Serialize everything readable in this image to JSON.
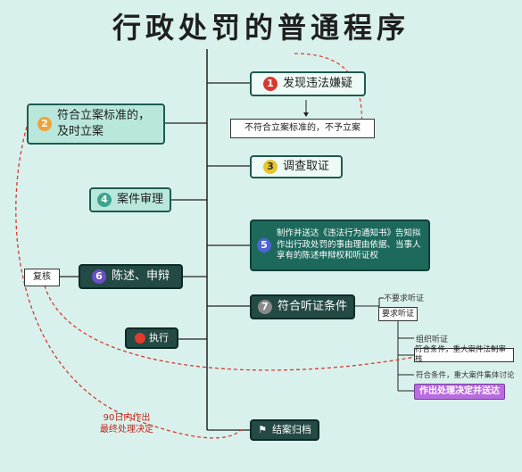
{
  "title": "行政处罚的普通程序",
  "steps": {
    "s1": {
      "num": "1",
      "label": "发现违法嫌疑"
    },
    "s2": {
      "num": "2",
      "label": "符合立案标准的，及时立案"
    },
    "not_meet": "不符合立案标准的，不予立案",
    "s3": {
      "num": "3",
      "label": "调查取证"
    },
    "s4": {
      "num": "4",
      "label": "案件审理"
    },
    "s5": {
      "num": "5",
      "label": "制作并送达《违法行为通知书》告知拟作出行政处罚的事由理由依据、当事人享有的陈述申辩权和听证权"
    },
    "s6": {
      "num": "6",
      "label": "陈述、申辩"
    },
    "review": "复核",
    "s7": {
      "num": "7",
      "label": "符合听证条件"
    },
    "execute": "执行",
    "close": "结案归档"
  },
  "hearing": {
    "no_request": "不要求听证",
    "request": "要求听证",
    "organize": "组织听证",
    "legal_review": "符合条件，重大案件法制审核",
    "collective": "符合条件，重大案件集体讨论",
    "decision": "作出处理决定并送达"
  },
  "deadline_note": "90日内作出最终处理决定",
  "colors": {
    "accent_red": "#d63a2f",
    "dark_teal": "#1d6a5d",
    "purple": "#b96be0"
  }
}
